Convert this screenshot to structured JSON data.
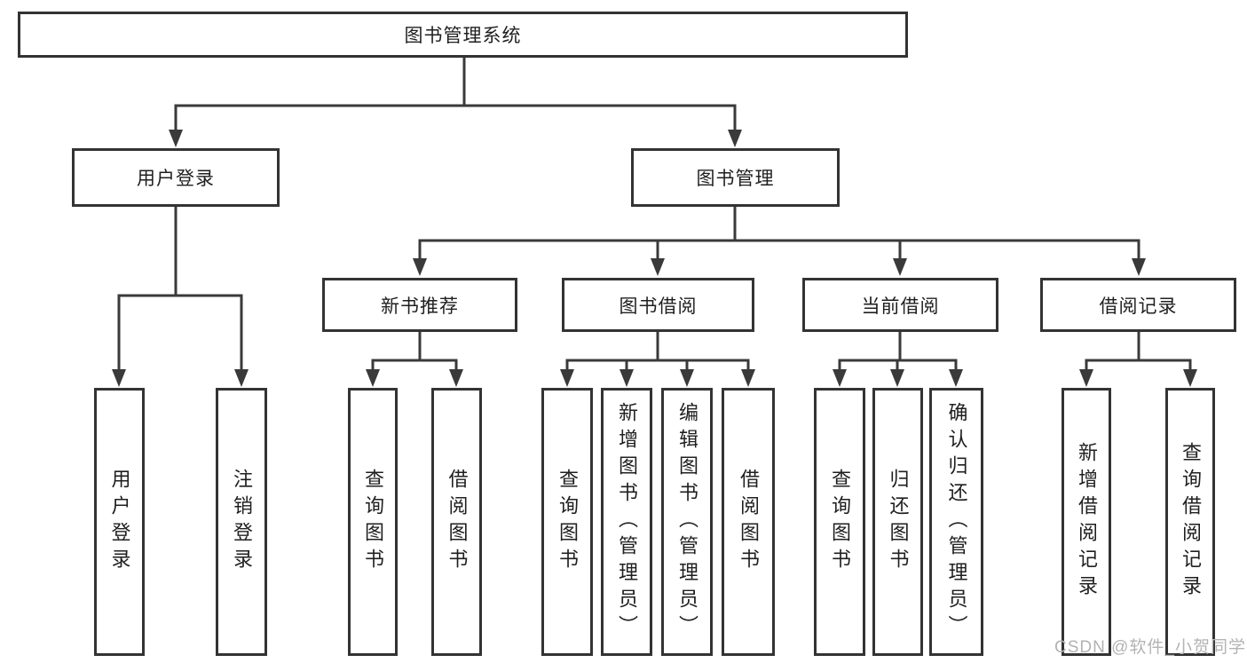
{
  "colors": {
    "line": "#3a3a3a",
    "box-border": "#333333",
    "text": "#1f1f1f",
    "background": "#ffffff",
    "watermark": "#b3b3b3"
  },
  "root": {
    "label": "图书管理系统"
  },
  "branches": {
    "user": {
      "label": "用户登录",
      "children": [
        {
          "label": "用户登录"
        },
        {
          "label": "注销登录"
        }
      ]
    },
    "book": {
      "label": "图书管理",
      "groups": [
        {
          "label": "新书推荐",
          "children": [
            {
              "label": "查询图书"
            },
            {
              "label": "借阅图书"
            }
          ]
        },
        {
          "label": "图书借阅",
          "children": [
            {
              "label": "查询图书"
            },
            {
              "label": "新增图书（管理员）"
            },
            {
              "label": "编辑图书（管理员）"
            },
            {
              "label": "借阅图书"
            }
          ]
        },
        {
          "label": "当前借阅",
          "children": [
            {
              "label": "查询图书"
            },
            {
              "label": "归还图书"
            },
            {
              "label": "确认归还（管理员）"
            }
          ]
        },
        {
          "label": "借阅记录",
          "children": [
            {
              "label": "新增借阅记录"
            },
            {
              "label": "查询借阅记录"
            }
          ]
        }
      ]
    }
  },
  "watermark": {
    "text": "CSDN @软件_小贺同学"
  }
}
